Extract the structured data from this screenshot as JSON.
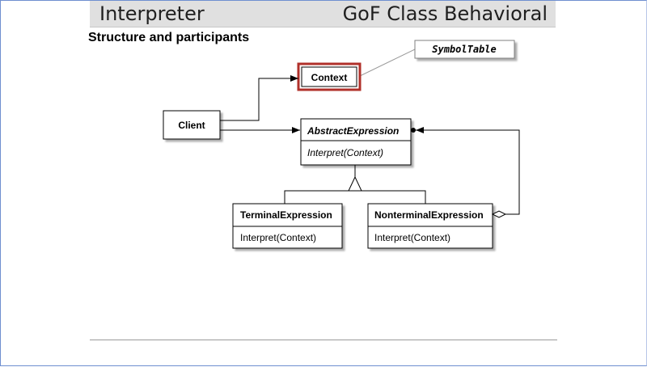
{
  "header": {
    "pattern_name": "Interpreter",
    "classification": "GoF Class Behavioral"
  },
  "section": {
    "title": "Structure and participants"
  },
  "diagram": {
    "context": {
      "name": "Context"
    },
    "note": {
      "text": "SymbolTable"
    },
    "client": {
      "name": "Client"
    },
    "abstract_expression": {
      "name": "AbstractExpression",
      "operation": "Interpret(Context)"
    },
    "terminal_expression": {
      "name": "TerminalExpression",
      "operation": "Interpret(Context)"
    },
    "nonterminal_expression": {
      "name": "NonterminalExpression",
      "operation": "Interpret(Context)"
    },
    "colors": {
      "highlight_border": "#b0302a",
      "line": "#000000",
      "note_border": "#888888"
    }
  }
}
